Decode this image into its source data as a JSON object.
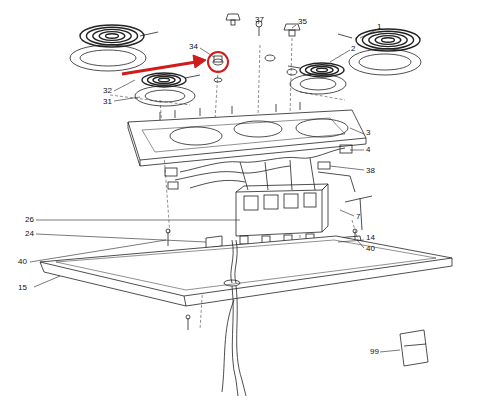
{
  "diagram": {
    "labels": [
      "1",
      "2",
      "3",
      "4",
      "7",
      "14",
      "15",
      "24",
      "26",
      "31",
      "32",
      "34",
      "35",
      "37",
      "38",
      "40",
      "40",
      "99"
    ]
  }
}
